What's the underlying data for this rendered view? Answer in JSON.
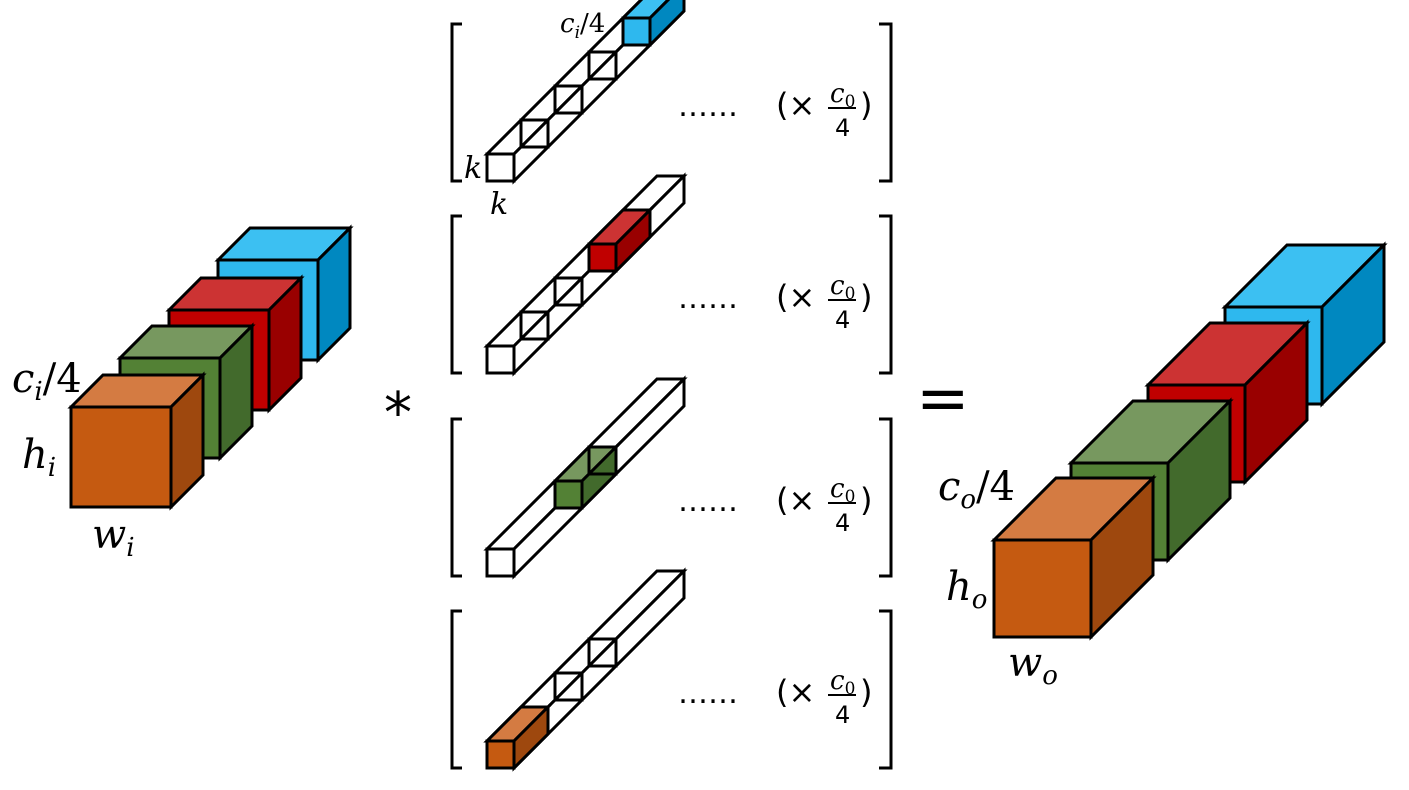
{
  "colors": {
    "blue": {
      "front": "#2eb8ee",
      "top": "#3cc0f2",
      "side": "#0088c0"
    },
    "red": {
      "front": "#c00000",
      "top": "#cc3333",
      "side": "#990000"
    },
    "green": {
      "front": "#538135",
      "top": "#77985f",
      "side": "#426a2c"
    },
    "orange": {
      "front": "#c55a11",
      "top": "#d47b42",
      "side": "#9e480e"
    },
    "white": "#ffffff",
    "stroke": "#000000"
  },
  "input": {
    "label_c": "c",
    "label_c_sub": "i",
    "label_c_tail": "/4",
    "label_h": "h",
    "label_h_sub": "i",
    "label_w": "w",
    "label_w_sub": "i"
  },
  "operator": "*",
  "equals": "=",
  "kernels": {
    "top_label": "c",
    "top_label_sub": "i",
    "top_label_tail": "/4",
    "k_label": "k",
    "dots": "……",
    "multiplier_open": "(×",
    "multiplier_num": "c",
    "multiplier_num_sub": "0",
    "multiplier_den": "4",
    "multiplier_close": ")"
  },
  "output": {
    "label_c": "c",
    "label_c_sub": "o",
    "label_c_tail": "/4",
    "label_h": "h",
    "label_h_sub": "o",
    "label_w": "w",
    "label_w_sub": "o"
  }
}
